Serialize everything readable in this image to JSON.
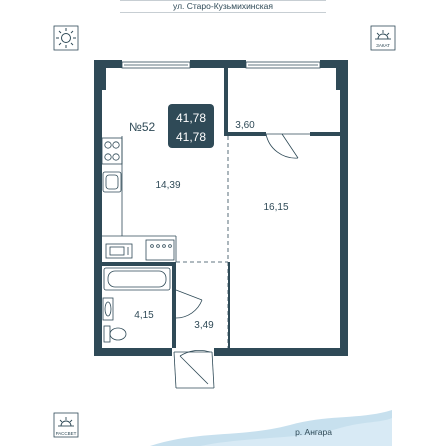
{
  "header": {
    "street": "ул. Старо-Кузьмихинская"
  },
  "compass": {
    "top_left": {
      "icon": "sun-icon"
    },
    "top_right": {
      "icon": "sunset-icon",
      "label": "ЗАКАТ"
    },
    "bottom_left": {
      "icon": "sunrise-icon",
      "label": "РАССВЕТ"
    }
  },
  "footer": {
    "river": "р. Ангара"
  },
  "apartment": {
    "number": "№52",
    "area_total": "41,78",
    "area_living": "41,78",
    "badge_color": "#2f4a57"
  },
  "rooms": {
    "kitchen": "14,39",
    "room": "16,15",
    "loggia": "3,60",
    "bathroom": "4,15",
    "hall": "3,49"
  },
  "colors": {
    "wall": "#2f4a57",
    "water": "#b9d8ea"
  }
}
